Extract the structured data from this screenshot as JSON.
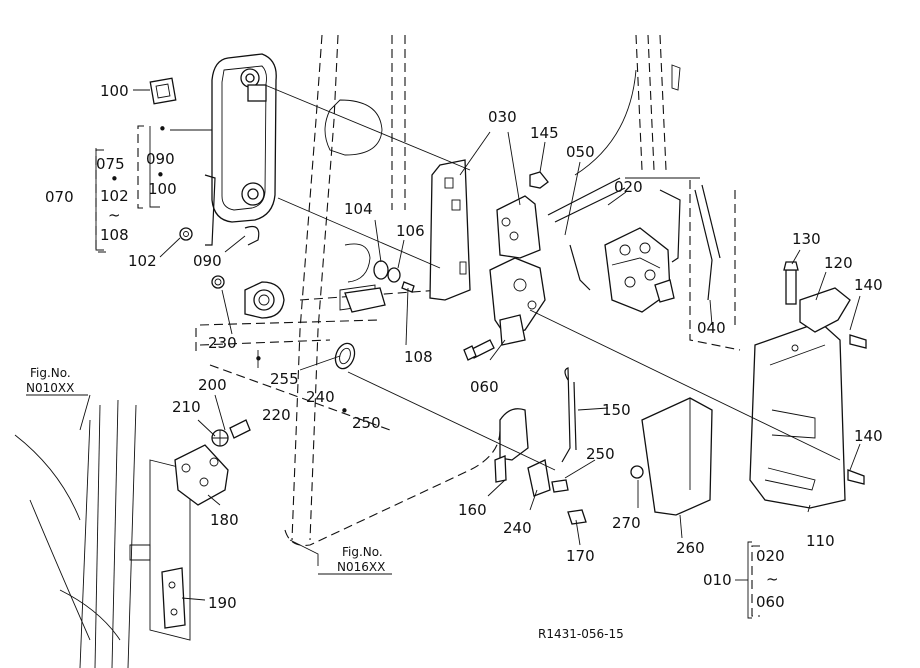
{
  "callouts": [
    {
      "id": "c100a",
      "text": "100"
    },
    {
      "id": "c075",
      "text": "075"
    },
    {
      "id": "c090a",
      "text": "090"
    },
    {
      "id": "c102a",
      "text": "102"
    },
    {
      "id": "c100b",
      "text": "100"
    },
    {
      "id": "c070",
      "text": "070"
    },
    {
      "id": "c108a",
      "text": "108"
    },
    {
      "id": "c102b",
      "text": "102"
    },
    {
      "id": "c090b",
      "text": "090"
    },
    {
      "id": "c230",
      "text": "230"
    },
    {
      "id": "c255",
      "text": "255"
    },
    {
      "id": "c240a",
      "text": "240"
    },
    {
      "id": "c220",
      "text": "220"
    },
    {
      "id": "c250a",
      "text": "250"
    },
    {
      "id": "c104",
      "text": "104"
    },
    {
      "id": "c106",
      "text": "106"
    },
    {
      "id": "c108b",
      "text": "108"
    },
    {
      "id": "c030",
      "text": "030"
    },
    {
      "id": "c145",
      "text": "145"
    },
    {
      "id": "c050",
      "text": "050"
    },
    {
      "id": "c020a",
      "text": "020"
    },
    {
      "id": "c040",
      "text": "040"
    },
    {
      "id": "c060",
      "text": "060"
    },
    {
      "id": "c150",
      "text": "150"
    },
    {
      "id": "c250b",
      "text": "250"
    },
    {
      "id": "c160",
      "text": "160"
    },
    {
      "id": "c240b",
      "text": "240"
    },
    {
      "id": "c170",
      "text": "170"
    },
    {
      "id": "c270",
      "text": "270"
    },
    {
      "id": "c260",
      "text": "260"
    },
    {
      "id": "c130",
      "text": "130"
    },
    {
      "id": "c120",
      "text": "120"
    },
    {
      "id": "c140a",
      "text": "140"
    },
    {
      "id": "c140b",
      "text": "140"
    },
    {
      "id": "c110",
      "text": "110"
    },
    {
      "id": "c010",
      "text": "010"
    },
    {
      "id": "c020b",
      "text": "020"
    },
    {
      "id": "c060b",
      "text": "060"
    },
    {
      "id": "c200",
      "text": "200"
    },
    {
      "id": "c210",
      "text": "210"
    },
    {
      "id": "c180",
      "text": "180"
    },
    {
      "id": "c190",
      "text": "190"
    }
  ],
  "symbols": {
    "dot": "•",
    "tilde": "~"
  },
  "fig_refs": [
    {
      "title": "Fig.No.",
      "code": "N010XX"
    },
    {
      "title": "Fig.No.",
      "code": "N016XX"
    }
  ],
  "drawing_number": "R1431-056-15"
}
